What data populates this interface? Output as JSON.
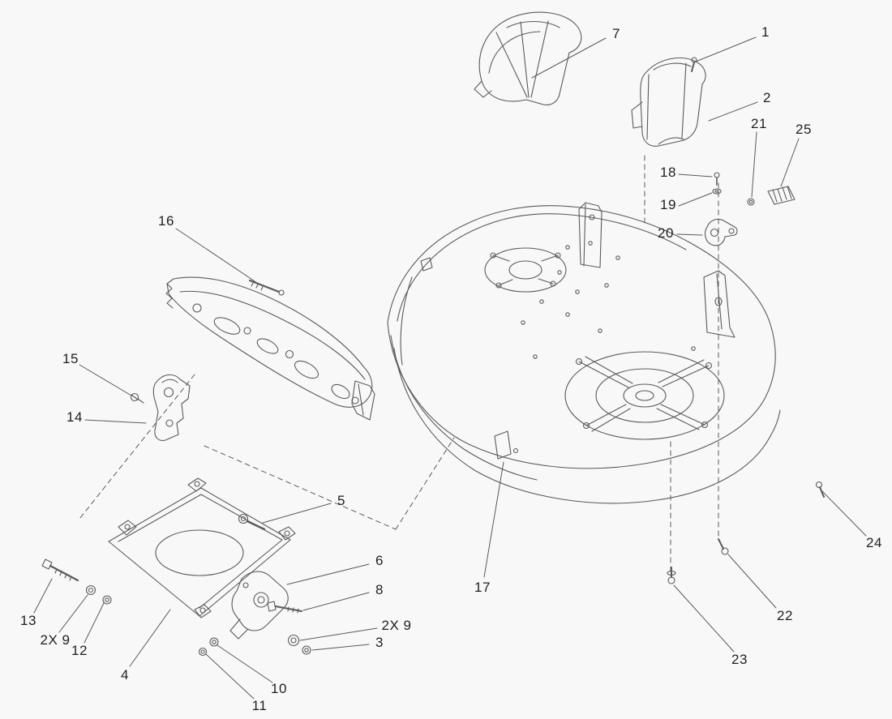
{
  "figure": {
    "background_color": "#f8f8f8",
    "line_color": "#5a5a5a",
    "text_color": "#1f1f1f",
    "callouts": [
      {
        "label": "1"
      },
      {
        "label": "2"
      },
      {
        "label": "21"
      },
      {
        "label": "25"
      },
      {
        "label": "18"
      },
      {
        "label": "19"
      },
      {
        "label": "20"
      },
      {
        "label": "7"
      },
      {
        "label": "16"
      },
      {
        "label": "15"
      },
      {
        "label": "14"
      },
      {
        "label": "5"
      },
      {
        "label": "6"
      },
      {
        "label": "8"
      },
      {
        "label": "2X 9"
      },
      {
        "label": "3"
      },
      {
        "label": "17"
      },
      {
        "label": "13"
      },
      {
        "label": "2X 9"
      },
      {
        "label": "12"
      },
      {
        "label": "4"
      },
      {
        "label": "10"
      },
      {
        "label": "11"
      },
      {
        "label": "24"
      },
      {
        "label": "22"
      },
      {
        "label": "23"
      }
    ]
  }
}
